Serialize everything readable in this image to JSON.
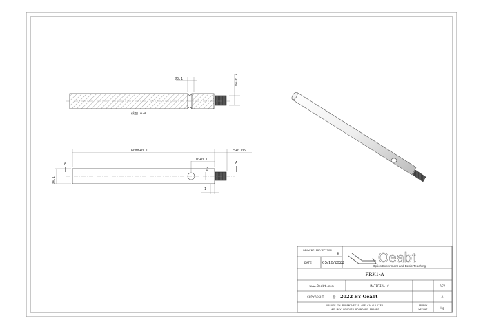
{
  "section_view": {
    "label": "截面 A-A",
    "groove_dim": "Ø3.1",
    "thread_dim": "M4X0.7"
  },
  "front_view": {
    "length_dim": "60mm±0.1",
    "hole_offset_dim": "10±0.1",
    "thread_length_dim": "5±0.05",
    "hole_dia_dim": "Ø2",
    "diameter_dim": "Ø4.1",
    "step_dim": "1",
    "section_mark_left": "A",
    "section_mark_right": "A"
  },
  "title_block": {
    "projection_label": "DRAWING PROJECTION",
    "date_label": "DATE",
    "date_value": "05/10/2022",
    "logo_text": "Oeabt",
    "logo_tagline": "Optics Experiment and Basic Teaching",
    "part_number": "PRK1-A",
    "website": "www.Oeabt.com",
    "material_label": "MATERIAL #",
    "rev_label": "REV",
    "copyright_label": "COPYRIGHT",
    "copyright_text": "2022 BY Oeabt",
    "rev_value": "A",
    "note_line1": "VALUSE IN PARENTHESIS ARE CALCULATED",
    "note_line2": "AND MAY CONTAIN ROUNDOFF ERRORS",
    "weight_label1": "APPROX",
    "weight_label2": "WEIGHT",
    "weight_unit": "kg"
  }
}
